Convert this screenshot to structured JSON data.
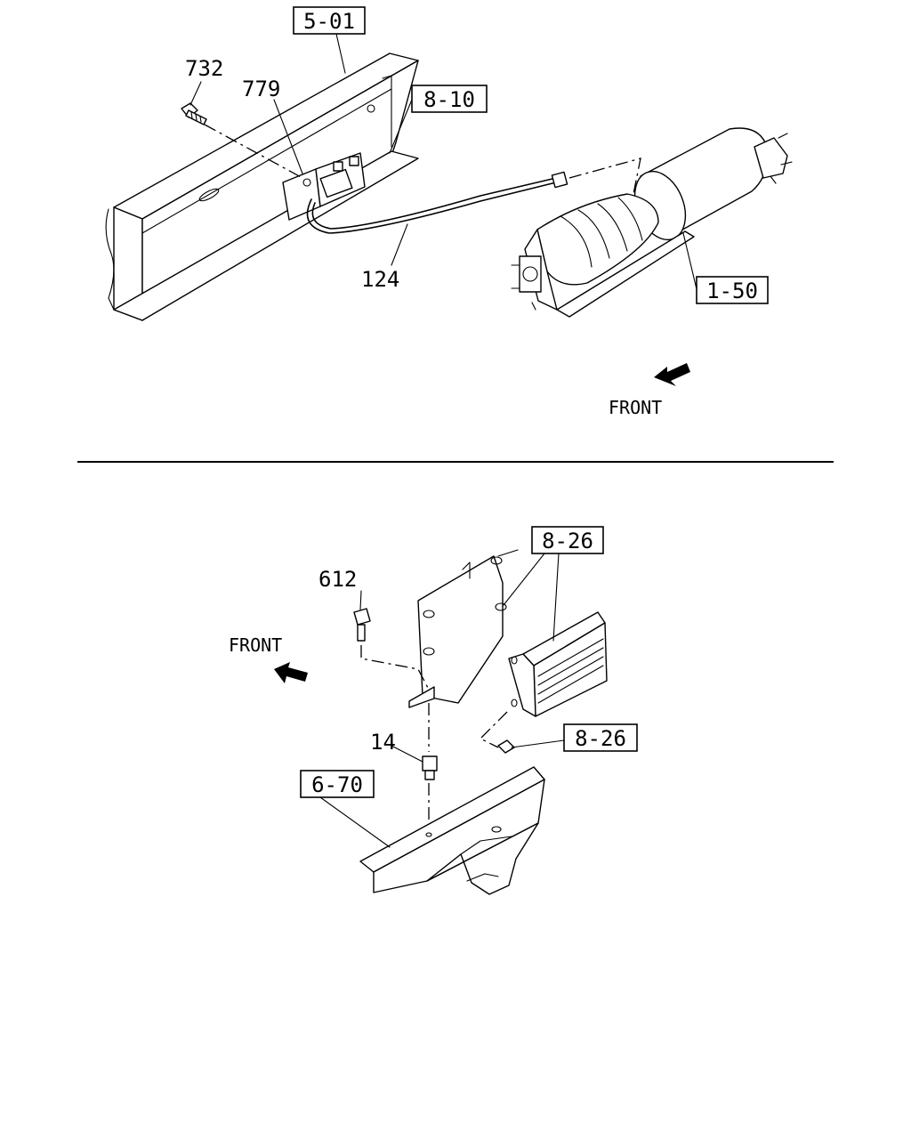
{
  "top_view": {
    "refs": {
      "frame": "5-01",
      "bracket_ref": "8-10",
      "exhaust_ref": "1-50"
    },
    "parts": {
      "bolt": "732",
      "bracket": "779",
      "hose": "124"
    },
    "direction": "FRONT"
  },
  "bottom_view": {
    "refs": {
      "controller_ref": "8-26",
      "nut_ref": "8-26",
      "frame_ref": "6-70"
    },
    "parts": {
      "bolt": "612",
      "stud": "14"
    },
    "direction": "FRONT"
  }
}
